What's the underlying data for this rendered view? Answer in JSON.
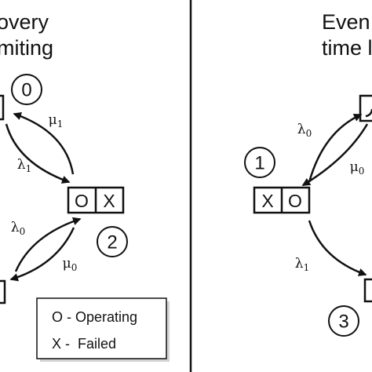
{
  "left_panel": {
    "heading_lines": [
      "overy",
      "miting"
    ],
    "state_0": {
      "number": "0",
      "cells": []
    },
    "state_2": {
      "number": "2",
      "cells": [
        "O",
        "X"
      ]
    },
    "rates": [
      {
        "id": "mu1",
        "symbol": "μ",
        "subscript": "1"
      },
      {
        "id": "lambda1",
        "symbol": "λ",
        "subscript": "1"
      },
      {
        "id": "lambda0",
        "symbol": "λ",
        "subscript": "0"
      },
      {
        "id": "mu0",
        "symbol": "μ",
        "subscript": "0"
      }
    ]
  },
  "right_panel": {
    "heading_lines": [
      "Even",
      "time l"
    ],
    "state_1": {
      "number": "1",
      "cells": [
        "X",
        "O"
      ]
    },
    "state_3": {
      "number": "3",
      "cells": []
    },
    "rates": [
      {
        "id": "lambda0",
        "symbol": "λ",
        "subscript": "0"
      },
      {
        "id": "mu0",
        "symbol": "μ",
        "subscript": "0"
      },
      {
        "id": "lambda1",
        "symbol": "λ",
        "subscript": "1"
      }
    ]
  },
  "legend": {
    "items": [
      "O - Operating",
      "X -  Failed"
    ]
  }
}
